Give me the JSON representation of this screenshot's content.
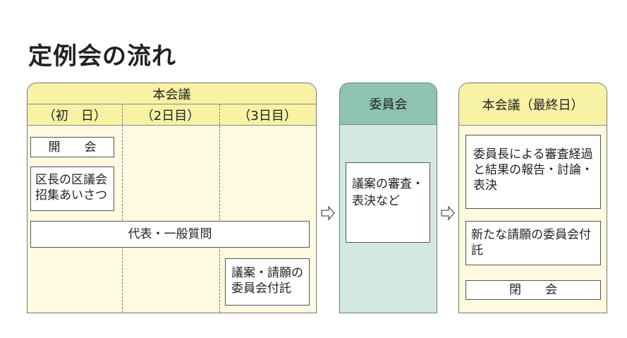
{
  "title": "定例会の流れ",
  "plenary": {
    "title": "本会議",
    "days": [
      "（初　日）",
      "（2日目）",
      "（3日目）"
    ],
    "items": {
      "opening": "開　　会",
      "greeting": "区長の区議会招集あいさつ",
      "questions": "代表・一般質問",
      "referral": "議案・請願の委員会付託"
    }
  },
  "committee": {
    "title": "委員会",
    "item": "議案の審査・表決など"
  },
  "final": {
    "title": "本会議（最終日）",
    "items": [
      "委員長による審査経過と結果の報告・討論・表決",
      "新たな請願の委員会付託",
      "閉　　会"
    ]
  },
  "colors": {
    "yellow_header": "#f8f2a4",
    "yellow_body": "#fdfae0",
    "green_header": "#8ec3b2",
    "green_body": "#d3e8df"
  }
}
